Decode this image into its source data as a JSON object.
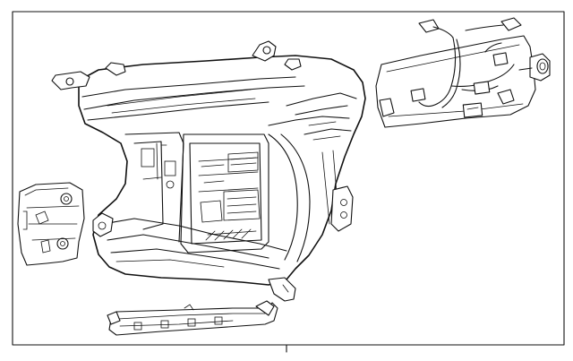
{
  "diagram": {
    "parts": [
      {
        "name": "headlamp-assembly",
        "label": ""
      },
      {
        "name": "wiring-harness",
        "label": ""
      },
      {
        "name": "mounting-bracket",
        "label": ""
      },
      {
        "name": "lower-trim-strip",
        "label": ""
      }
    ],
    "colors": {
      "line": "#111111",
      "background": "#ffffff"
    }
  }
}
